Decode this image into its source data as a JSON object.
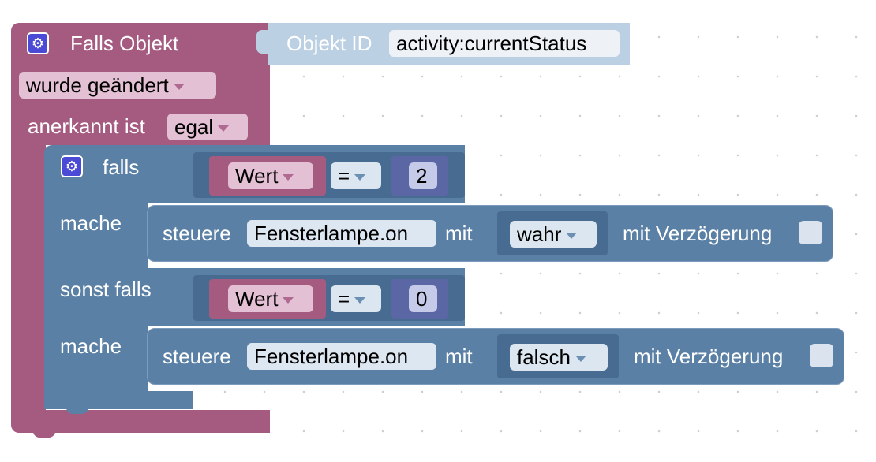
{
  "trigger": {
    "title": "Falls Objekt",
    "change_value": "wurde geändert",
    "ack_label": "anerkannt ist",
    "ack_value": "egal"
  },
  "object": {
    "label": "Objekt ID",
    "value": "activity:currentStatus"
  },
  "if_block": {
    "if_label": "falls",
    "do_label": "mache",
    "else_if_label": "sonst falls",
    "do_label_2": "mache"
  },
  "conditions": [
    {
      "var": "Wert",
      "op": "=",
      "value": "2"
    },
    {
      "var": "Wert",
      "op": "=",
      "value": "0"
    }
  ],
  "actions": [
    {
      "label": "steuere",
      "target": "Fensterlampe.on",
      "with": "mit",
      "value": "wahr",
      "delay_label": "mit Verzögerung"
    },
    {
      "label": "steuere",
      "target": "Fensterlampe.on",
      "with": "mit",
      "value": "falsch",
      "delay_label": "mit Verzögerung"
    }
  ],
  "colors": {
    "trigger": "#a55b80",
    "logic": "#5b80a5",
    "math": "#5b67a5",
    "object": "#bcd0e3"
  }
}
